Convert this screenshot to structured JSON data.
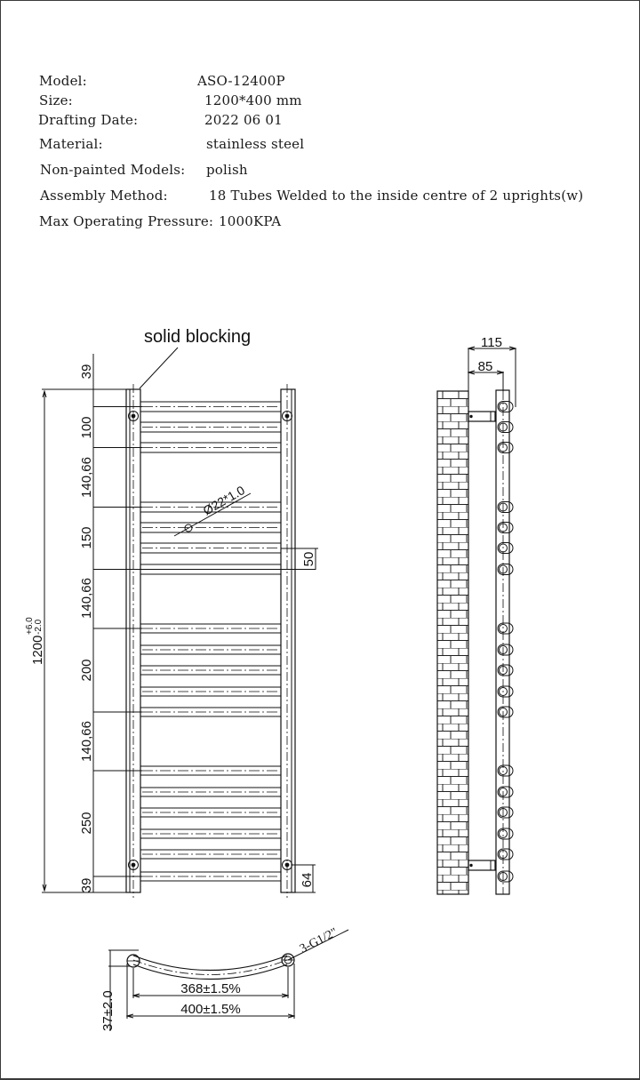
{
  "specs": [
    {
      "label": "Model:",
      "value": "ASO-12400P"
    },
    {
      "label": "Size:",
      "value": "1200*400 mm"
    },
    {
      "label": "Drafting Date:",
      "value": "2022 06 01"
    },
    {
      "label": "Material:",
      "value": "stainless steel"
    },
    {
      "label": "Non-painted Models:",
      "value": "polish"
    },
    {
      "label": "Assembly Method:",
      "value": "18 Tubes Welded to the inside centre of 2 uprights(w)"
    },
    {
      "label": "Max Operating Pressure:",
      "value": "1000KPA"
    }
  ],
  "front_view": {
    "callout": "solid blocking",
    "tube_label": "Ø22*1.0",
    "overall_height": "1200",
    "tolerance_upper": "+6.0",
    "tolerance_lower": "-2.0",
    "vertical_dims": [
      "39",
      "100",
      "140,66",
      "150",
      "140,66",
      "200",
      "140,66",
      "250",
      "39"
    ],
    "right_dims": [
      "50",
      "64"
    ],
    "tube_groups": [
      3,
      4,
      5,
      6
    ],
    "tube_count": 18
  },
  "side_view": {
    "dim_outer": "115",
    "dim_inner": "85"
  },
  "top_view": {
    "connection_label": "3-G1/2\"",
    "depth_dim": "37±2.0",
    "inner_width_dim": "368±1.5%",
    "outer_width_dim": "400±1.5%"
  },
  "colors": {
    "line": "#1a1a1a",
    "border": "#3a3a3a",
    "background": "#ffffff"
  }
}
